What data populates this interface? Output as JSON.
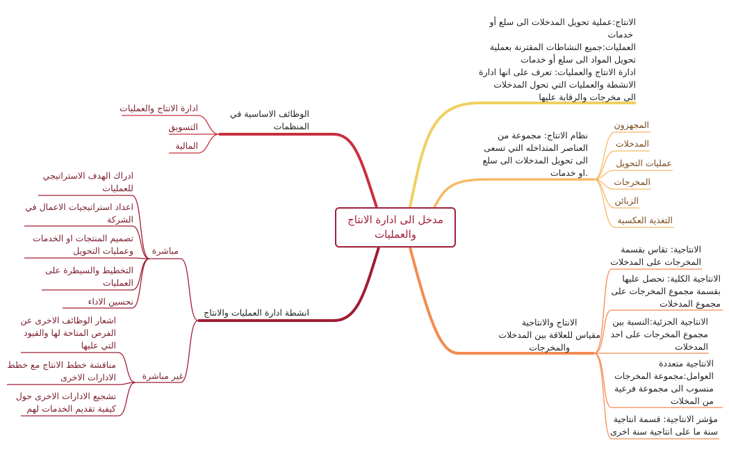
{
  "central": {
    "line1": "مدخل الى ادارة الانتاج",
    "line2": "والعمليات"
  },
  "right_branches": {
    "definitions": {
      "lines": [
        "الانتاج:عملية تحويل المدخلات الى سلع أو",
        "خدمات",
        "العمليات:جميع النشاطات المقترنة بعملية",
        "تحويل المواد الى سلع أو خدمات",
        "ادارة الانتاج والعمليات: تعرف على انها ادارة",
        "الانشطة والعمليات التي تحول المدخلات",
        "الى مخرجات والرقابة عليها"
      ],
      "color": "#f0d060"
    },
    "production_system": {
      "lines": [
        "نظام الانتاج: مجموعة من",
        "العناصر المتداخله التي تسعى",
        "الى تحويل المدخلات الى سلع",
        ".او خدمات"
      ],
      "color": "#f7b865",
      "children": [
        "المجهزون",
        "المدخلات",
        "عمليات التحويل",
        "المخرجات",
        "الزبائن",
        "التغذية العكسية"
      ]
    },
    "productivity": {
      "lines": [
        "الانتاج والانتاجية",
        "مقياس للعلاقة بين المدخلات",
        "والمخرجات"
      ],
      "color": "#f58a50",
      "children": [
        [
          "الانتاجية: تقاس بقسمة",
          "المخرجات على المدخلات"
        ],
        [
          "الانتاجية الكلية: نحصل عليها",
          "بقسمة مجموع المخرجات على",
          "مجموع المدخلات"
        ],
        [
          "الانتاجية الجزئية:النسبة بين",
          "مجموع المخرجات على احد",
          "المدخلات"
        ],
        [
          "الانتاجية متعددة",
          "العوامل:مجموعة المخرجات",
          "منسوب الى مجموعة فرعية",
          "من المخلات"
        ],
        [
          "مؤشر الانتاجية: قسمة انتاجية",
          "سنة ما على انتاجية سنة اخرى"
        ]
      ]
    }
  },
  "left_branches": {
    "basic_functions": {
      "lines": [
        "الوظائف الاساسية في",
        "المنظمات"
      ],
      "color": "#c8303f",
      "children": [
        "ادارة الانتاج والعمليات",
        "التسويق",
        "المالية"
      ]
    },
    "activities": {
      "label": "انشطة ادارة العمليات والانتاج",
      "color": "#a01c35",
      "direct": {
        "label": "مباشرة",
        "children": [
          [
            "ادراك الهدف الاستراتيجي",
            "للعمليات"
          ],
          [
            "اعداد استراتيجيات الاعمال في",
            "الشركة"
          ],
          [
            "تصميم المنتجات او الخدمات",
            "وعمليات التحويل"
          ],
          [
            "التخطيط والسيطرة على",
            "العمليات"
          ],
          [
            "نحسين الاداء"
          ]
        ]
      },
      "indirect": {
        "label": "غير مباشرة",
        "children": [
          [
            "اشعار الوظائف الاخرى عن",
            "الفرص المتاحة لها والقيود",
            "التي عليها"
          ],
          [
            "مناقشة خطط الانتاج مع خطط",
            "الادارات الاخرى"
          ],
          [
            "تشجيع الادارات الاخرى حول",
            "كيفية تقديم الخدمات لهم"
          ]
        ]
      }
    }
  }
}
